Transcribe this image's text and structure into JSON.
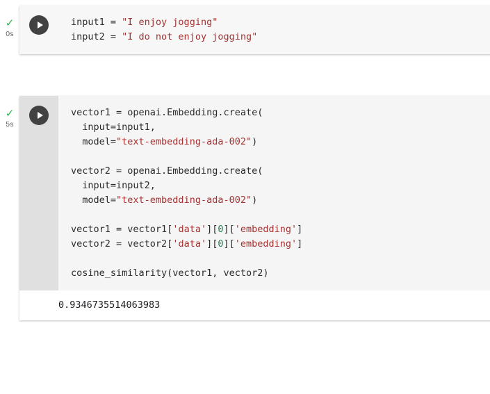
{
  "notebook": {
    "cells": [
      {
        "id": "cell-1",
        "status_icon": "check-icon",
        "elapsed": "0s",
        "run_button": "run-cell-button",
        "shaded_gutter": false,
        "lines": [
          [
            {
              "t": "input1 = ",
              "c": "plain"
            },
            {
              "t": "\"I enjoy jogging\"",
              "c": "str"
            }
          ],
          [
            {
              "t": "input2 = ",
              "c": "plain"
            },
            {
              "t": "\"I do not enjoy jogging\"",
              "c": "str"
            }
          ]
        ],
        "output": null
      },
      {
        "id": "cell-2",
        "status_icon": "check-icon",
        "elapsed": "5s",
        "run_button": "run-cell-button",
        "shaded_gutter": true,
        "lines": [
          [
            {
              "t": "vector1 = openai.Embedding.create(",
              "c": "plain"
            }
          ],
          [
            {
              "t": "  input=input1,",
              "c": "plain"
            }
          ],
          [
            {
              "t": "  model=",
              "c": "plain"
            },
            {
              "t": "\"text-embedding-ada-002\"",
              "c": "str"
            },
            {
              "t": ")",
              "c": "plain"
            }
          ],
          [
            {
              "t": "",
              "c": "plain"
            }
          ],
          [
            {
              "t": "vector2 = openai.Embedding.create(",
              "c": "plain"
            }
          ],
          [
            {
              "t": "  input=input2,",
              "c": "plain"
            }
          ],
          [
            {
              "t": "  model=",
              "c": "plain"
            },
            {
              "t": "\"text-embedding-ada-002\"",
              "c": "str"
            },
            {
              "t": ")",
              "c": "plain"
            }
          ],
          [
            {
              "t": "",
              "c": "plain"
            }
          ],
          [
            {
              "t": "vector1 = vector1[",
              "c": "plain"
            },
            {
              "t": "'data'",
              "c": "str"
            },
            {
              "t": "][",
              "c": "plain"
            },
            {
              "t": "0",
              "c": "num"
            },
            {
              "t": "][",
              "c": "plain"
            },
            {
              "t": "'embedding'",
              "c": "str"
            },
            {
              "t": "]",
              "c": "plain"
            }
          ],
          [
            {
              "t": "vector2 = vector2[",
              "c": "plain"
            },
            {
              "t": "'data'",
              "c": "str"
            },
            {
              "t": "][",
              "c": "plain"
            },
            {
              "t": "0",
              "c": "num"
            },
            {
              "t": "][",
              "c": "plain"
            },
            {
              "t": "'embedding'",
              "c": "str"
            },
            {
              "t": "]",
              "c": "plain"
            }
          ],
          [
            {
              "t": "",
              "c": "plain"
            }
          ],
          [
            {
              "t": "cosine_similarity(vector1, vector2)",
              "c": "plain"
            }
          ]
        ],
        "output": "0.9346735514063983"
      }
    ]
  },
  "colors": {
    "string_literal": "#a63232",
    "number_literal": "#1a7f4b",
    "code_text": "#2b2b2b",
    "success_check": "#2bb24c",
    "cell_background": "#f7f7f7",
    "gutter_shaded": "#e0e0e0",
    "output_background": "#ffffff"
  }
}
